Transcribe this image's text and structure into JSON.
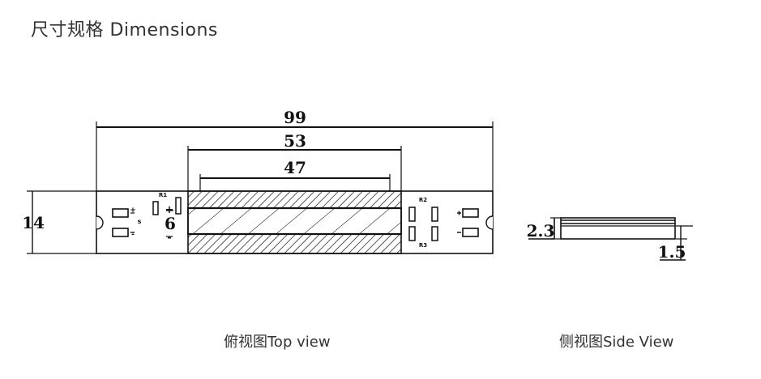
{
  "page": {
    "title": "尺寸规格 Dimensions"
  },
  "dimensions": {
    "overall_length": "99",
    "middle_length": "53",
    "inner_length": "47",
    "width": "14",
    "stripe_width": "6",
    "side_total_height": "2.3",
    "side_base_height": "1.5"
  },
  "labels": {
    "r1": "R1",
    "r2": "R2",
    "r3": "R3",
    "plus": "+",
    "minus": "-",
    "pad_plus": "+",
    "pad_minus": "-",
    "left_mark": "s"
  },
  "captions": {
    "top_view": "俯视图Top view",
    "side_view": "侧视图Side View"
  }
}
